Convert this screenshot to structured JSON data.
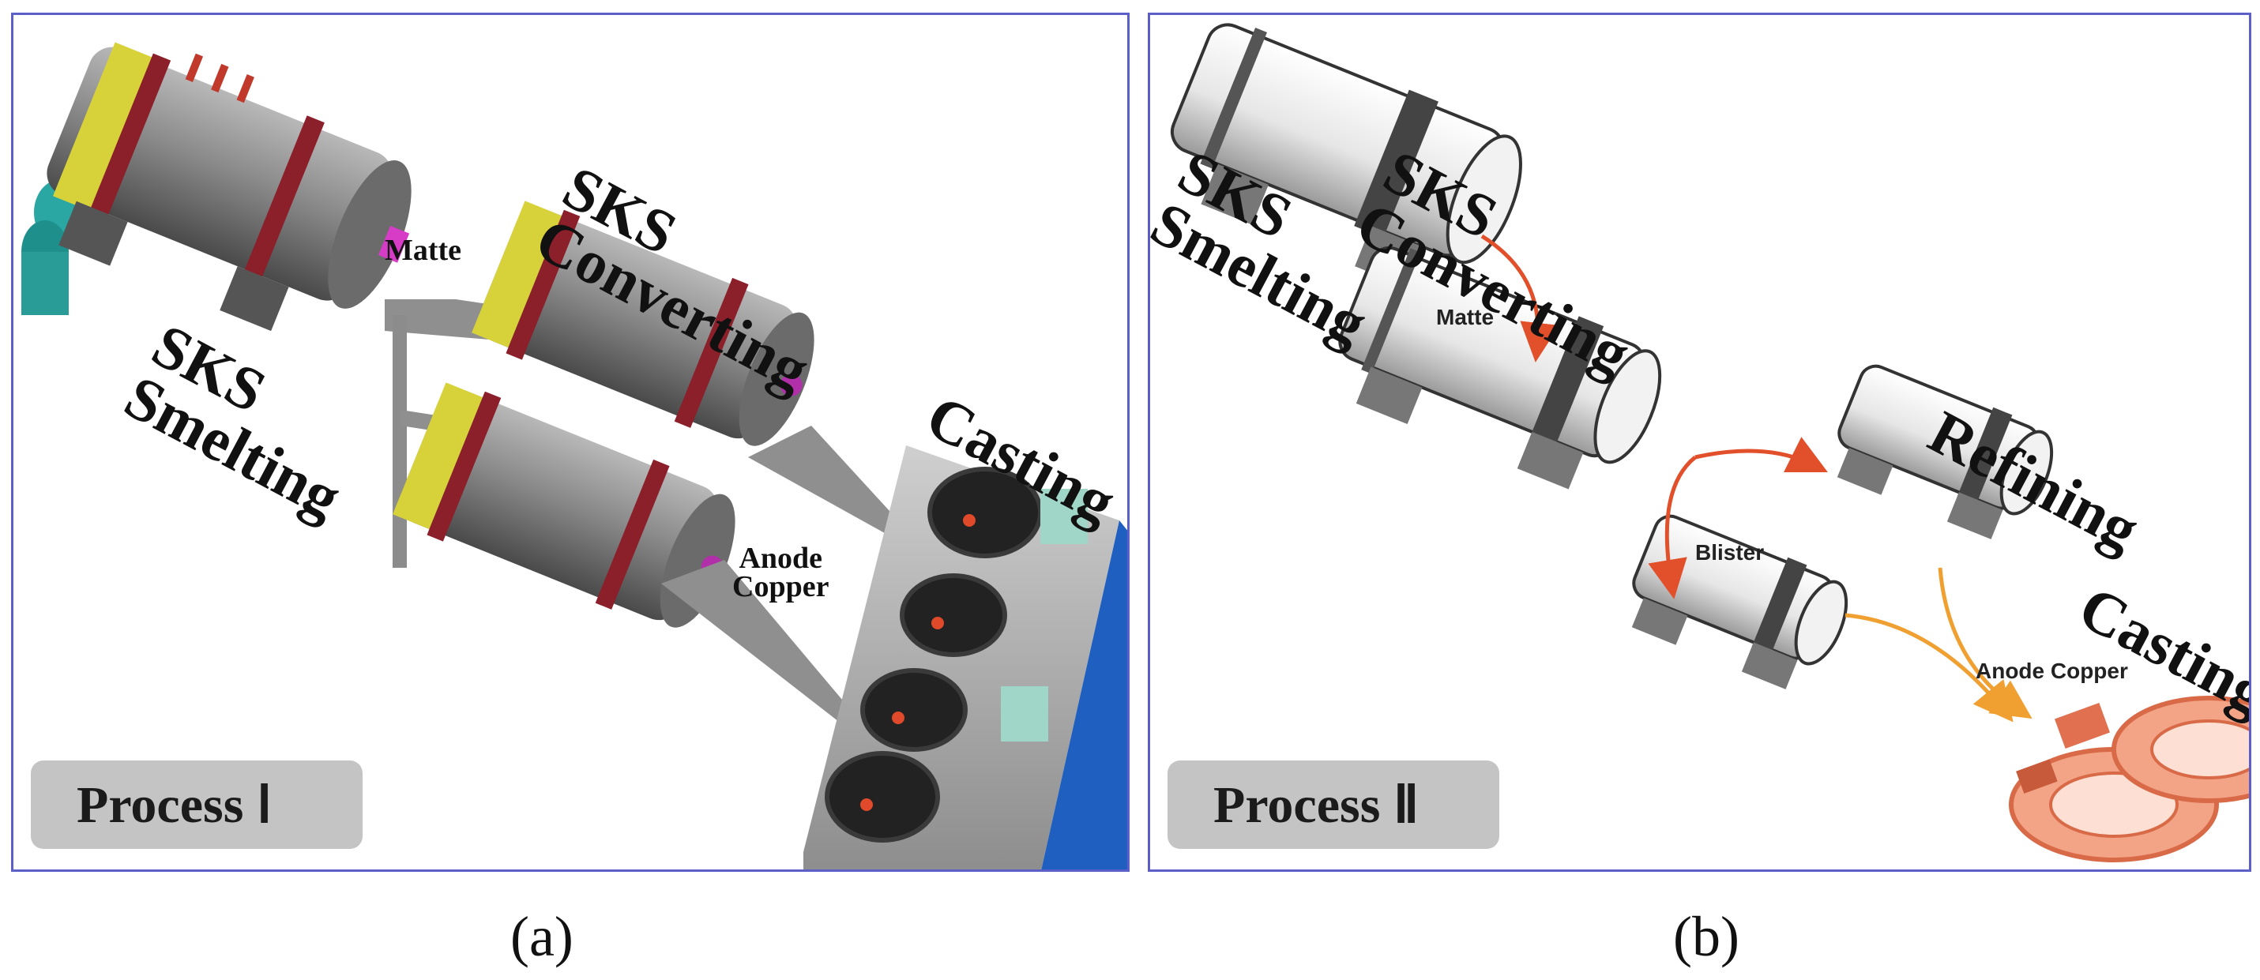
{
  "panel_a": {
    "labels": {
      "smelting": "SKS\nSmelting",
      "converting": "SKS\nConverting",
      "matte": "Matte",
      "casting": "Casting",
      "anode_copper": "Anode\nCopper"
    },
    "badge": "Process Ⅰ",
    "caption": "(a)"
  },
  "panel_b": {
    "labels": {
      "smelting": "SKS\nSmelting",
      "converting": "SKS\nConverting",
      "matte": "Matte",
      "refining": "Refining",
      "blister": "Blister",
      "casting": "Casting",
      "anode_copper": "Anode Copper"
    },
    "badge": "Process Ⅱ",
    "caption": "(b)"
  },
  "colors": {
    "border": "#5b5fc7",
    "furnace_gray": "#7d7d7d",
    "ring_red": "#8b1f2a",
    "yellow_band": "#d8d23a",
    "arrow_red": "#e2502b",
    "arrow_orange": "#f0a030",
    "casting_salmon": "#f08a6a"
  }
}
